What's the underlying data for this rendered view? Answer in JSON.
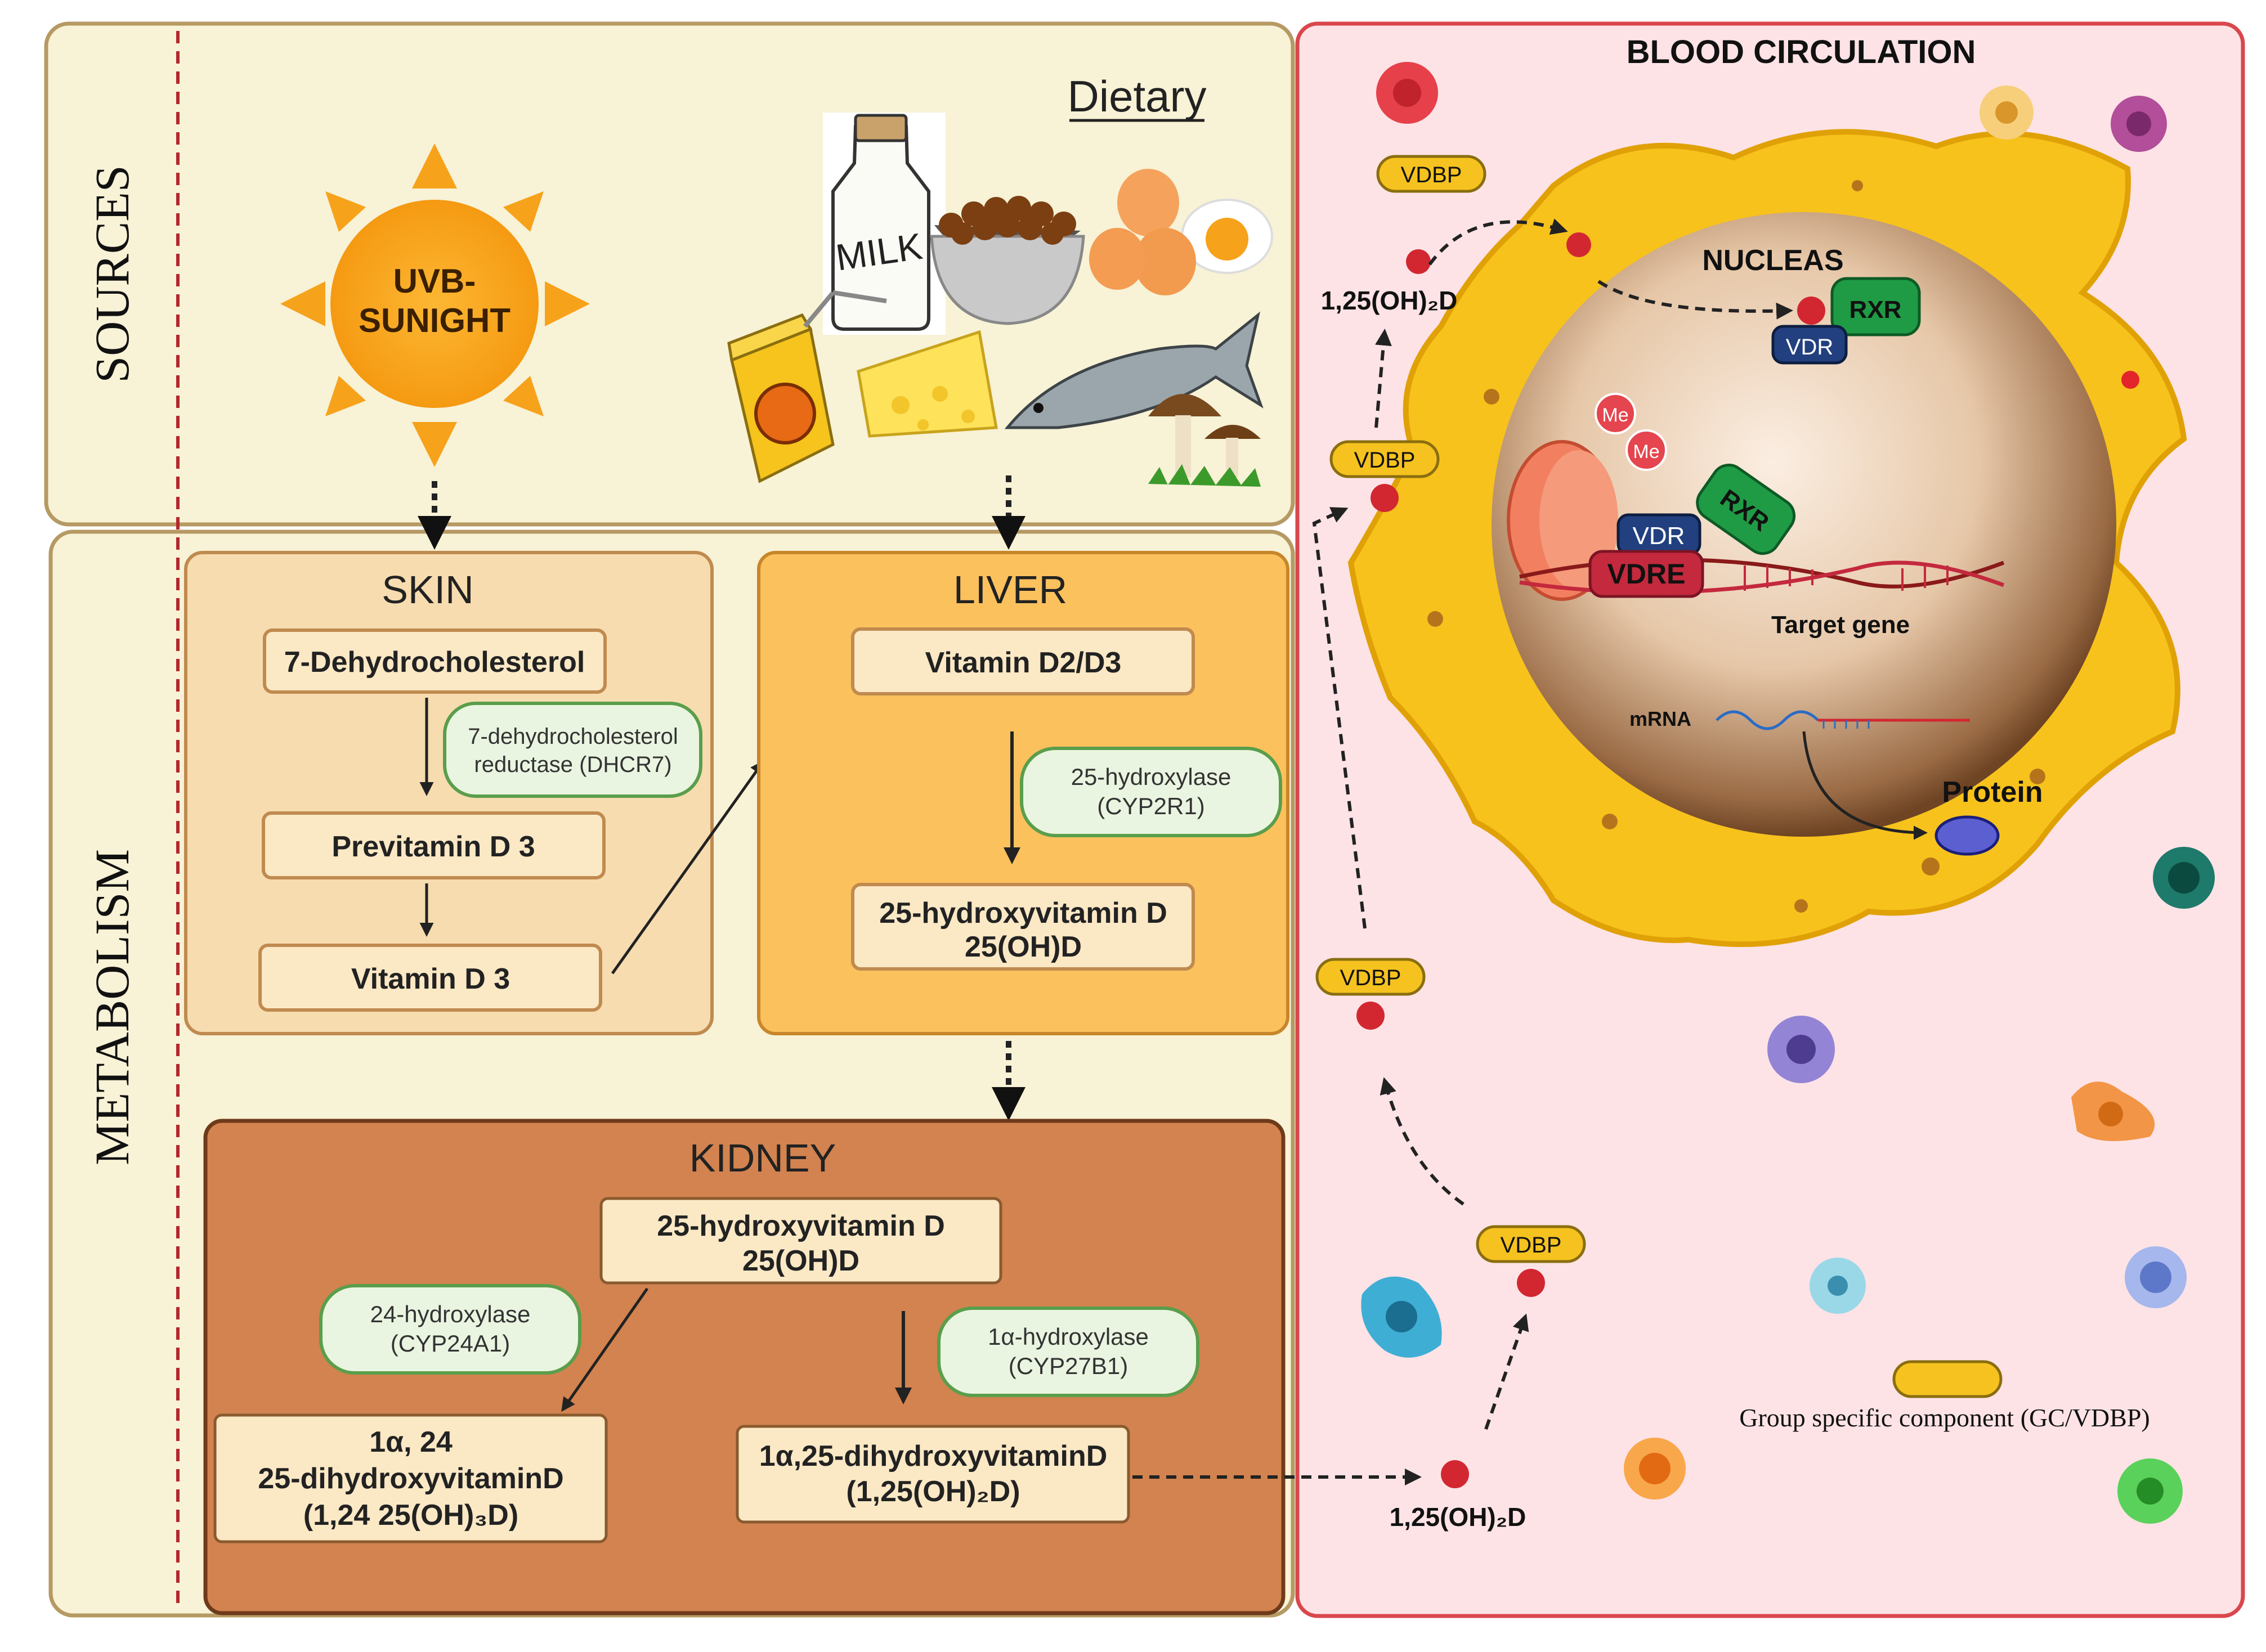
{
  "panels": {
    "sources_label": "SOURCES",
    "metabolism_label": "METABOLISM",
    "blood_label": "BLOOD CIRCULATION"
  },
  "sources": {
    "sun_line1": "UVB-",
    "sun_line2": "SUNIGHT",
    "dietary": "Dietary",
    "milk": "MILK"
  },
  "skin": {
    "title": "SKIN",
    "step1": "7-Dehydrocholesterol",
    "enzyme_line1": "7-dehydrocholesterol",
    "enzyme_line2": "reductase (DHCR7)",
    "step2": "Previtamin D 3",
    "step3": "Vitamin D 3"
  },
  "liver": {
    "title": "LIVER",
    "step1": "Vitamin D2/D3",
    "enzyme_line1": "25-hydroxylase",
    "enzyme_line2": "(CYP2R1)",
    "step2_line1": "25-hydroxyvitamin D",
    "step2_line2": "25(OH)D"
  },
  "kidney": {
    "title": "KIDNEY",
    "top_line1": "25-hydroxyvitamin D",
    "top_line2": "25(OH)D",
    "enzyme_left_line1": "24-hydroxylase",
    "enzyme_left_line2": "(CYP24A1)",
    "enzyme_right_line1": "1α-hydroxylase",
    "enzyme_right_line2": "(CYP27B1)",
    "left_product_line1": "1α, 24",
    "left_product_line2": "25-dihydroxyvitaminD",
    "left_product_line3": "(1,24 25(OH)₃D)",
    "right_product_line1": "1α,25-dihydroxyvitaminD",
    "right_product_line2": "(1,25(OH)₂D)"
  },
  "blood": {
    "vdbp": "VDBP",
    "calcitriol": "1,25(OH)₂D",
    "nucleus": "NUCLEAS",
    "rxr": "RXR",
    "vdr": "VDR",
    "vdre": "VDRE",
    "me": "Me",
    "target_gene": "Target gene",
    "mrna": "mRNA",
    "protein": "Protein",
    "legend": "Group specific component (GC/VDBP)"
  },
  "colors": {
    "sources_bg": "#f8f2d6",
    "metabolism_bg": "#f8f2d6",
    "blood_bg": "#fde3e6",
    "blood_border": "#d9474d",
    "skin_bg": "#f7dcb0",
    "liver_bg": "#fbc15d",
    "kidney_bg": "#d2834f",
    "step_bg": "#fbe8c5",
    "enzyme_bg": "#eaf5e1",
    "enzyme_border": "#5a9e4b",
    "sun": "#f7a21b",
    "cell": "#f7c21c",
    "vdbp": "#f6c21f",
    "molecule": "#d22731",
    "rxr": "#1f9b45",
    "vdr": "#22407f",
    "vdre": "#c4293d"
  }
}
